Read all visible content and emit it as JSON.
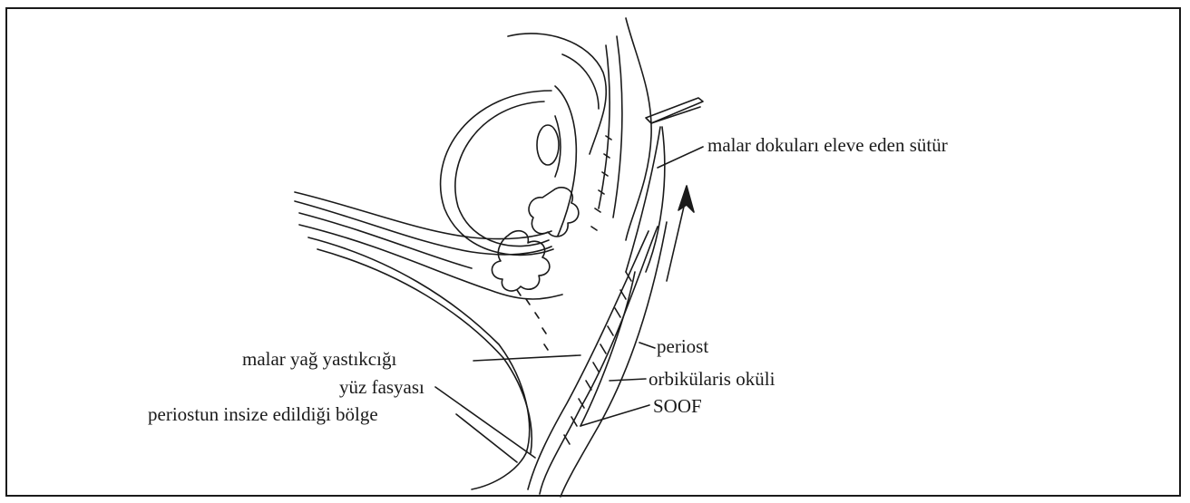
{
  "labels": {
    "suture": "malar  dokuları eleve eden sütür",
    "fat_pad": "malar  yağ yastıkcığı",
    "facial_fascia": "yüz fasyası",
    "incision_area": "periostun insize edildiği bölge",
    "periost": "periost",
    "orbicularis": "orbikülaris oküli",
    "soof": "SOOF"
  },
  "colors": {
    "ink": "#1a1a1a",
    "background": "#ffffff"
  }
}
